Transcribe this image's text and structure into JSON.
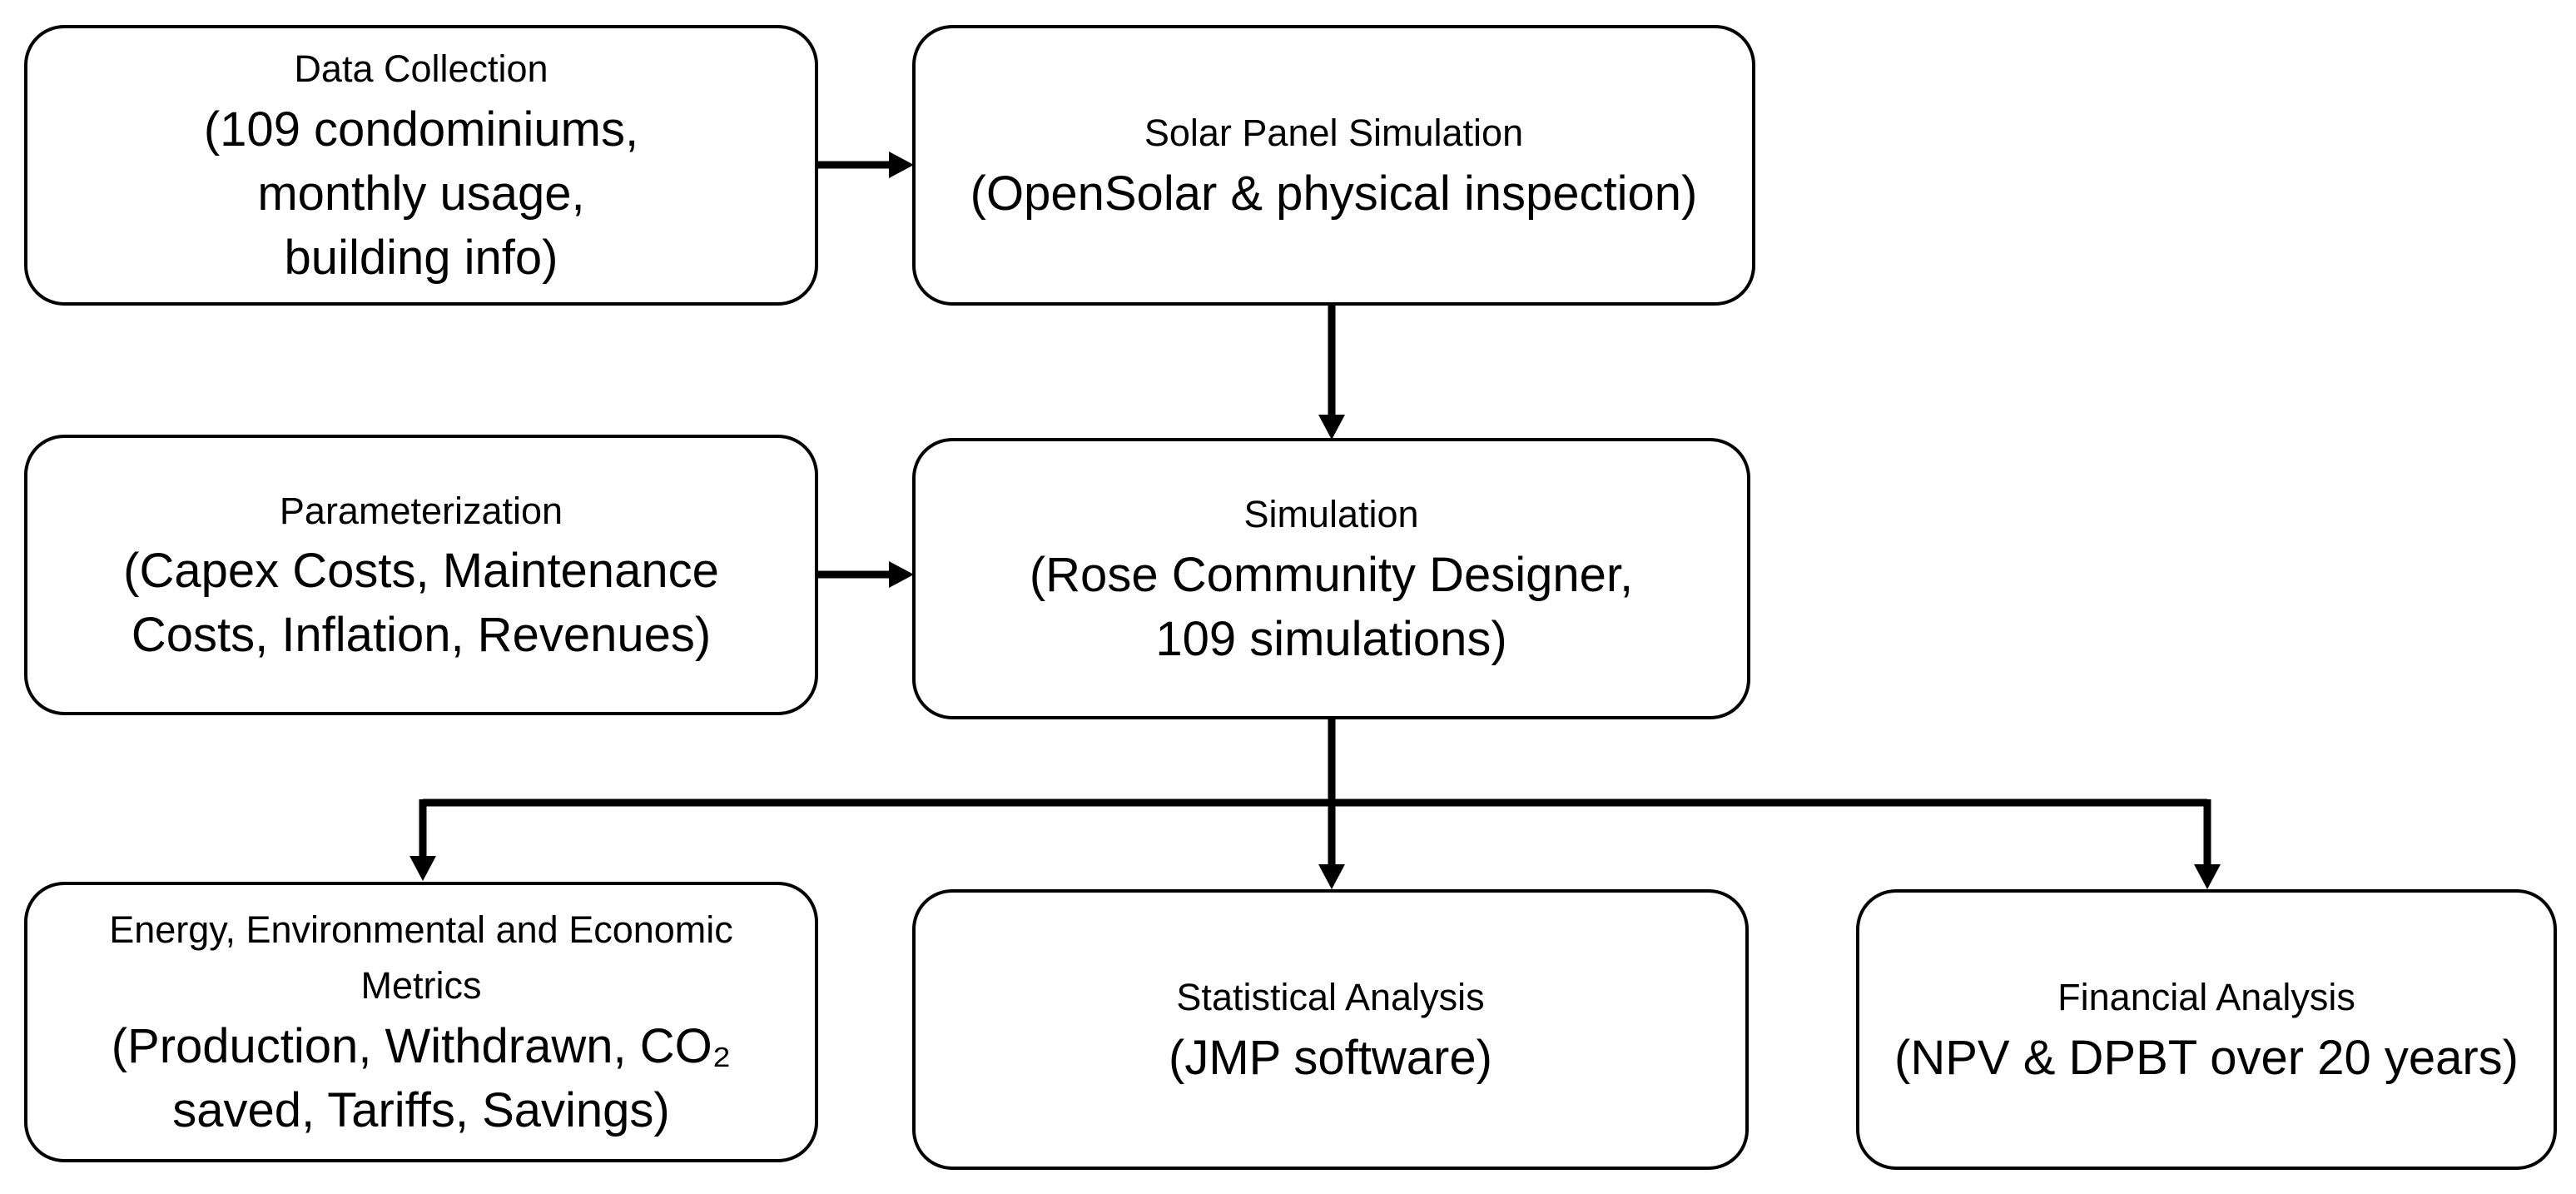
{
  "nodes": {
    "data_collection": {
      "title": "Data Collection",
      "detail": "(109 condominiums,\nmonthly usage,\nbuilding info)"
    },
    "solar_panel_simulation": {
      "title": "Solar Panel Simulation",
      "detail": "(OpenSolar & physical inspection)"
    },
    "parameterization": {
      "title": "Parameterization",
      "detail": "(Capex Costs, Maintenance\nCosts, Inflation, Revenues)"
    },
    "simulation": {
      "title": "Simulation",
      "detail": "(Rose Community Designer,\n109 simulations)"
    },
    "metrics": {
      "title": "Energy, Environmental and Economic\nMetrics",
      "detail": "(Production, Withdrawn, CO₂\nsaved, Tariffs, Savings)"
    },
    "statistical_analysis": {
      "title": "Statistical Analysis",
      "detail": "(JMP software)"
    },
    "financial_analysis": {
      "title": "Financial Analysis",
      "detail": "(NPV & DPBT over 20 years)"
    }
  },
  "edges": [
    {
      "from": "data_collection",
      "to": "solar_panel_simulation"
    },
    {
      "from": "solar_panel_simulation",
      "to": "simulation"
    },
    {
      "from": "parameterization",
      "to": "simulation"
    },
    {
      "from": "simulation",
      "to": "metrics"
    },
    {
      "from": "simulation",
      "to": "statistical_analysis"
    },
    {
      "from": "simulation",
      "to": "financial_analysis"
    }
  ],
  "colors": {
    "stroke": "#000000",
    "fill": "#ffffff"
  }
}
